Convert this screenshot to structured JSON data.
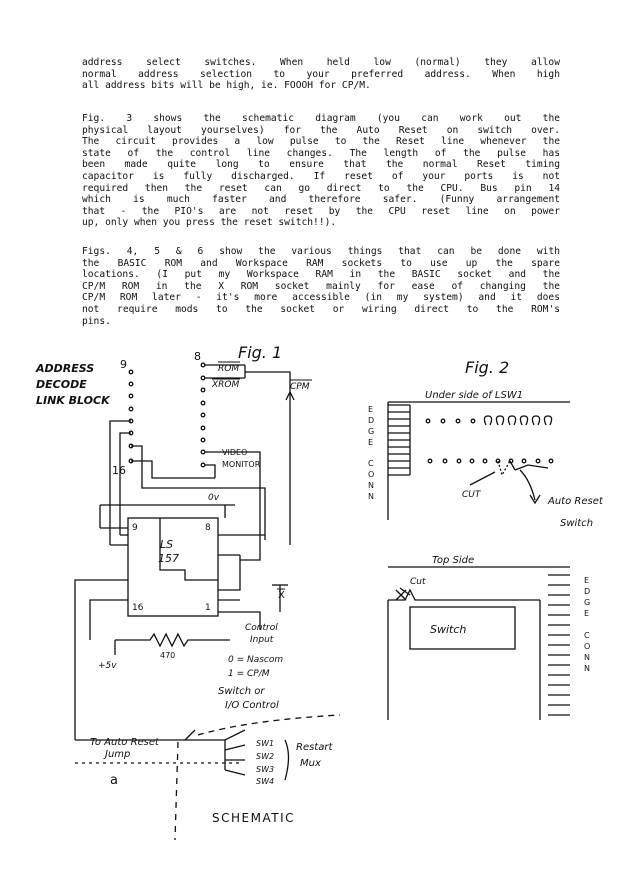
{
  "paragraphs": [
    [
      "address select switches.  When held low  (normal)  they allow",
      "normal address selection to your preferred  address.  When  high",
      "all address bits will be high, ie. FOOOH for CP/M."
    ],
    [
      "     Fig. 3 shows the schematic diagram (you  can  work  out  the",
      "physical layout yourselves) for the Auto Reset on  switch  over.",
      "The circuit provides a low pulse to the Reset line whenever  the",
      "state of the control line changes. The length of the  pulse  has",
      "been made quite long to ensure  that  the  normal  Reset  timing",
      "capacitor is fully discharged. If reset of  your  ports  is  not",
      "required then the reset can go direct to the CPU.  Bus  pin  14",
      "which is much faster and  therefore  safer.   (Funny  arrangement",
      "that - the PIO's are not reset by the CPU reset  line  on  power",
      "up, only when you press the reset switch!!)."
    ],
    [
      "     Figs. 4, 5 & 6 show the various things that can be done with",
      "the BASIC ROM and Workspace RAM sockets  to  use  up  the  spare",
      "locations. (I put my Workspace RAM in the BASIC socket  and  the",
      "CP/M ROM in the X ROM socket mainly for  ease  of  changing  the",
      "CP/M ROM later - it's more accessible (in my system) and it does",
      "not require mods to the socket or wiring  direct  to  the  ROM's",
      "pins."
    ]
  ],
  "fig1": {
    "title": "Fig. 1",
    "block_label": [
      "ADDRESS",
      "DECODE",
      "LINK BLOCK"
    ],
    "pin_9": "9",
    "pin_8": "8",
    "pin_16": "16",
    "rom": "ROM",
    "xrom": "XROM",
    "cpm": "CPM",
    "video_monitor": [
      "VIDEO",
      "MONITOR"
    ],
    "ov": "0v",
    "chip": [
      "LS",
      "157"
    ],
    "chip_pin_9": "9",
    "chip_pin_8": "8",
    "chip_pin_16": "16",
    "chip_pin_1": "1",
    "x_bar": "X",
    "control_input": [
      "Control",
      "Input"
    ],
    "resistor": "470",
    "plus5v": "+5v",
    "legend": [
      "0 = Nascom",
      "1 = CP/M"
    ],
    "switch_or": [
      "Switch or",
      "I/O Control"
    ],
    "auto_reset": [
      "To Auto Reset",
      "Jump"
    ],
    "a_label": "a",
    "switches": [
      "SW1",
      "SW2",
      "SW3",
      "SW4"
    ],
    "restart_mux": [
      "Restart",
      "Mux"
    ],
    "schematic": "SCHEMATIC"
  },
  "fig2": {
    "title": "Fig. 2",
    "under_side": "Under side of LSW1",
    "edge_conn_top": [
      "E",
      "D",
      "G",
      "E",
      "",
      "C",
      "O",
      "N",
      "N"
    ],
    "cut_label": "CUT",
    "auto_reset_switch": [
      "Auto Reset",
      "Switch"
    ],
    "top_side": "Top Side",
    "cut_top": "Cut",
    "switch_box": "Switch",
    "edge_conn_bottom": [
      "E",
      "D",
      "G",
      "E",
      "",
      "C",
      "O",
      "N",
      "N"
    ]
  }
}
